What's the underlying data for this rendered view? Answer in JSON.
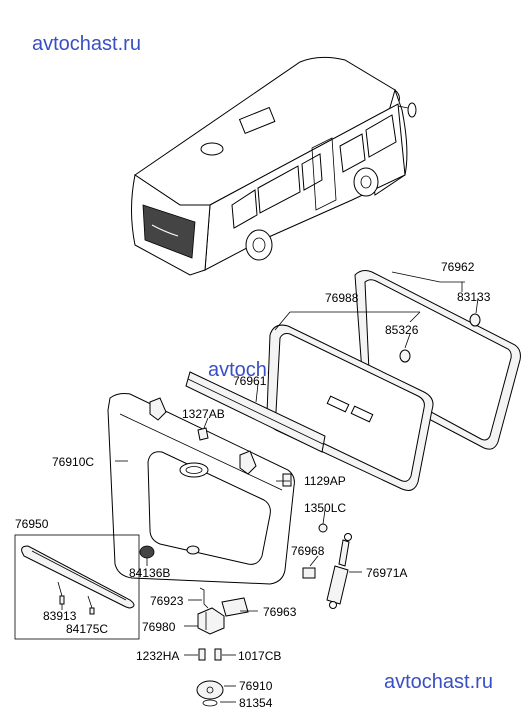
{
  "watermarks": {
    "top_left": "avtochast.ru",
    "middle": "avtochast.ru",
    "bottom_right": "avtochast.ru"
  },
  "parts": {
    "p76962": "76962",
    "p83133": "83133",
    "p76988": "76988",
    "p85326": "85326",
    "p76961": "76961",
    "p1327AB": "1327AB",
    "p76910C": "76910C",
    "p1129AP": "1129AP",
    "p1350LC": "1350LC",
    "p76950": "76950",
    "p76968": "76968",
    "p84136B": "84136B",
    "p76971A": "76971A",
    "p76923": "76923",
    "p76963": "76963",
    "p83913": "83913",
    "p84175C": "84175C",
    "p76980": "76980",
    "p1232HA": "1232HA",
    "p1017CB": "1017CB",
    "p76910": "76910",
    "p81354": "81354"
  }
}
